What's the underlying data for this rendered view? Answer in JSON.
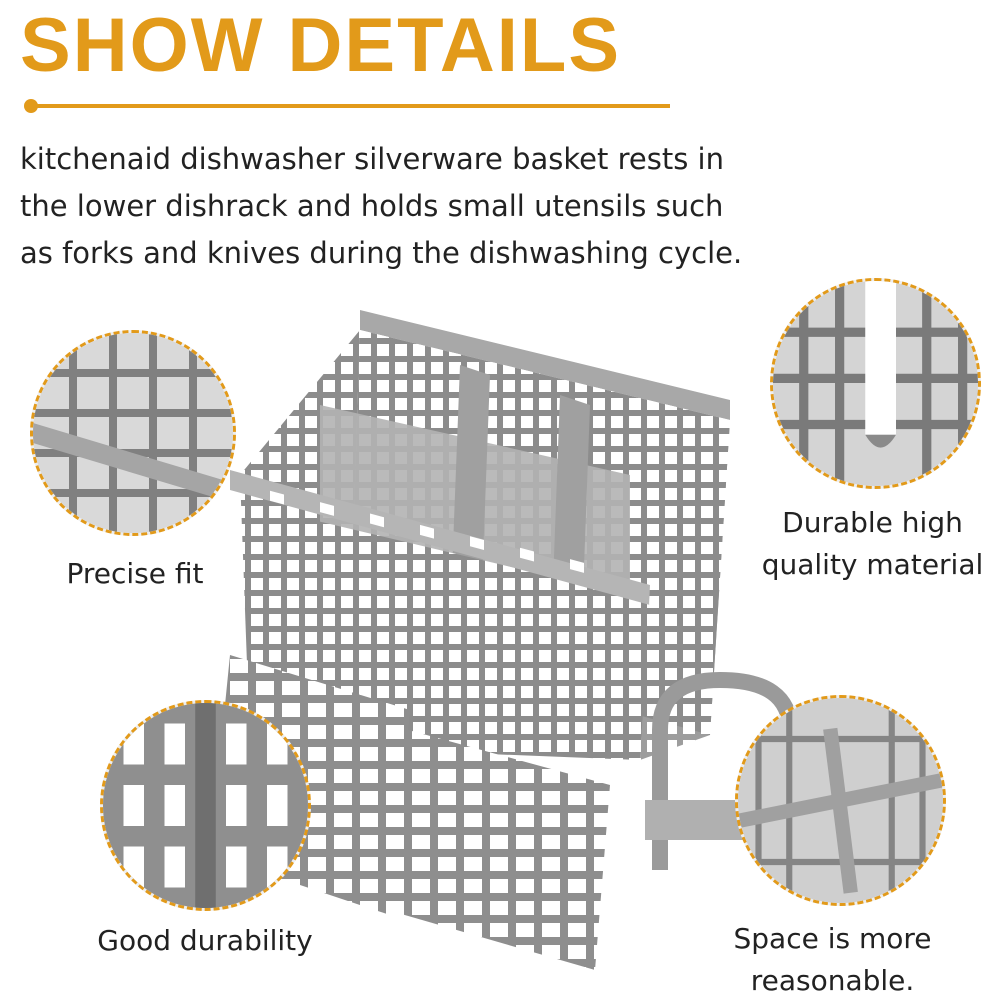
{
  "heading": "SHOW DETAILS",
  "description": "kitchenaid dishwasher silverware basket rests in the lower dishrack and holds small utensils such as forks and knives during the dishwashing cycle.",
  "features": {
    "precise_fit": "Precise fit",
    "durable_material": "Durable high quality material",
    "good_durability": "Good durability",
    "space": "Space is more reasonable."
  },
  "colors": {
    "accent": "#e29a1a",
    "product_gray": "#9a9a9a",
    "text": "#222222"
  }
}
